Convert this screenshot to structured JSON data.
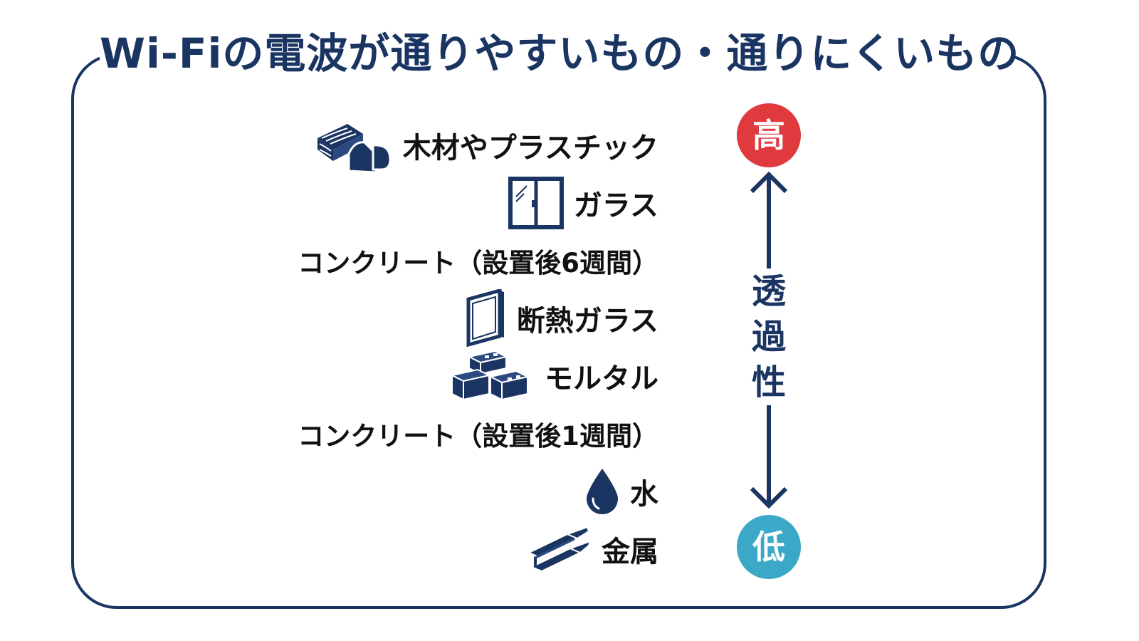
{
  "title": "Wi-Fiの電波が通りやすいもの・通りにくいもの",
  "materials": [
    {
      "label": "木材やプラスチック",
      "icon": "wood-plastic-icon"
    },
    {
      "label": "ガラス",
      "icon": "window-icon"
    },
    {
      "label": "コンクリート（設置後6週間）",
      "icon": ""
    },
    {
      "label": "断熱ガラス",
      "icon": "glass-pane-icon"
    },
    {
      "label": "モルタル",
      "icon": "bricks-icon"
    },
    {
      "label": "コンクリート（設置後1週間）",
      "icon": ""
    },
    {
      "label": "水",
      "icon": "water-drop-icon"
    },
    {
      "label": "金属",
      "icon": "steel-beam-icon"
    }
  ],
  "axis": {
    "high_label": "高",
    "low_label": "低",
    "label_chars": [
      "透",
      "過",
      "性"
    ]
  },
  "colors": {
    "primary": "#1b3563",
    "high": "#e0393e",
    "low": "#3ba8c7",
    "text": "#111111"
  }
}
